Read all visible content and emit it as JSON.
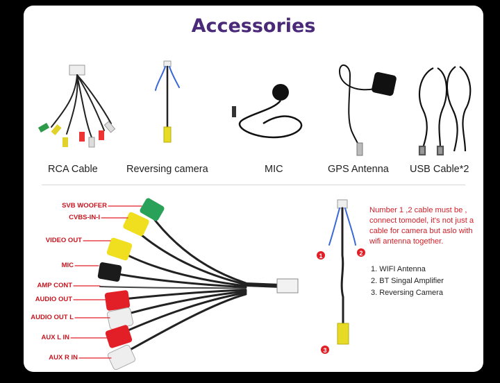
{
  "title": "Accessories",
  "products": [
    {
      "caption": "RCA Cable"
    },
    {
      "caption": "Reversing  camera"
    },
    {
      "caption": "MIC"
    },
    {
      "caption": "GPS Antenna"
    },
    {
      "caption": "USB Cable*2"
    }
  ],
  "rca_labels": [
    "SVB WOOFER",
    "CVBS-IN-I",
    "VIDEO OUT",
    "MIC",
    "AMP CONT",
    "AUDIO OUT",
    "AUDIO OUT L",
    "AUX L IN",
    "AUX R IN"
  ],
  "note": "Number 1 ,2 cable must be , connect tomodel, it's not just a cable for camera but aslo with wifi antenna together.",
  "cable_items": [
    "1. WIFI Antenna",
    "2. BT Singal Amplifier",
    "3. Reversing Camera"
  ],
  "markers": [
    "1",
    "2",
    "3"
  ]
}
